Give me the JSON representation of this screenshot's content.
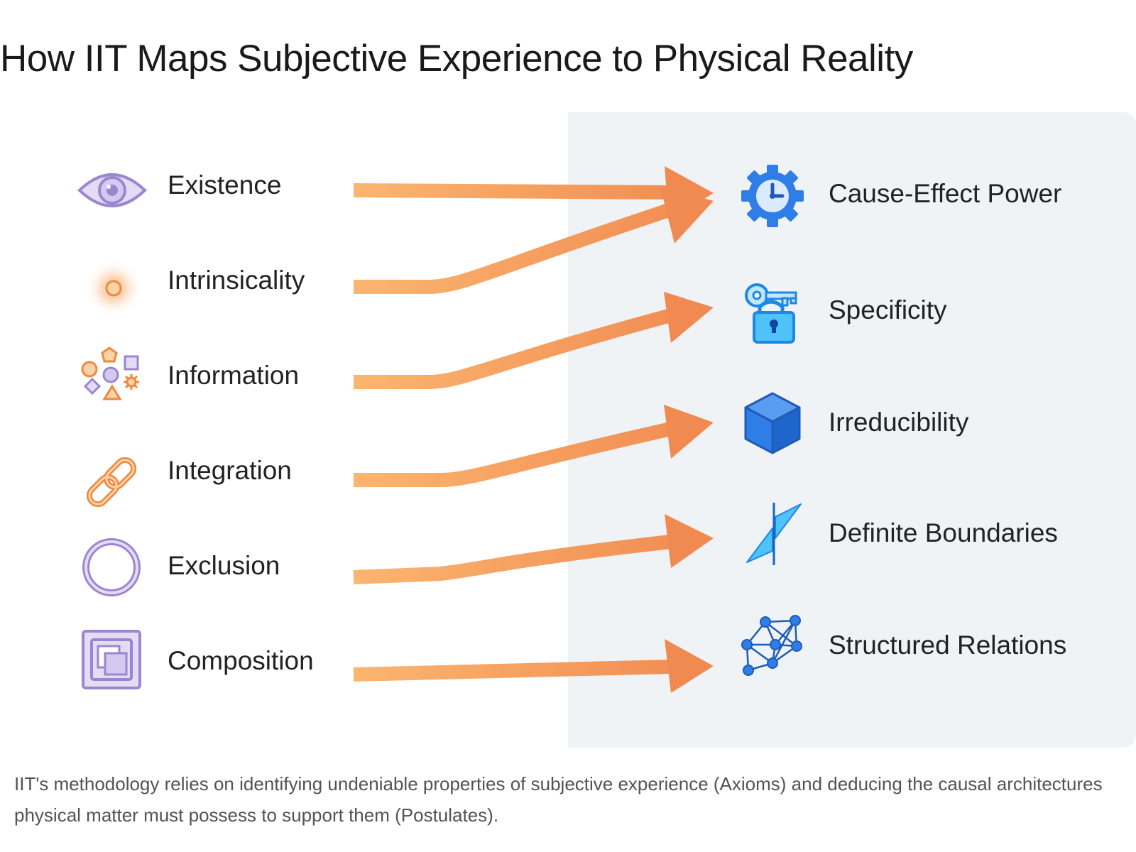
{
  "title": "How IIT Maps Subjective Experience to Physical Reality",
  "axioms": [
    {
      "label": "Existence",
      "icon": "eye-icon"
    },
    {
      "label": "Intrinsicality",
      "icon": "glowing-dot-icon"
    },
    {
      "label": "Information",
      "icon": "shapes-icon"
    },
    {
      "label": "Integration",
      "icon": "chain-link-icon"
    },
    {
      "label": "Exclusion",
      "icon": "ring-icon"
    },
    {
      "label": "Composition",
      "icon": "nested-squares-icon"
    }
  ],
  "postulates": [
    {
      "label": "Cause-Effect Power",
      "icon": "gear-clock-icon"
    },
    {
      "label": "Specificity",
      "icon": "key-lock-icon"
    },
    {
      "label": "Irreducibility",
      "icon": "cube-icon"
    },
    {
      "label": "Definite Boundaries",
      "icon": "boundary-slash-icon"
    },
    {
      "label": "Structured Relations",
      "icon": "network-icon"
    }
  ],
  "caption": "IIT's methodology relies on identifying undeniable properties of subjective experience (Axioms) and deducing the causal architectures physical matter must possess to support them (Postulates).",
  "colors": {
    "arrow_start": "#fbb56f",
    "arrow_end": "#f08a50",
    "axiom_purple": "#9b86cf",
    "axiom_orange": "#f39a4a",
    "postulate_blue": "#2f7de6",
    "postulate_cyan": "#28b4e8",
    "panel_bg": "#f0f3f6"
  }
}
